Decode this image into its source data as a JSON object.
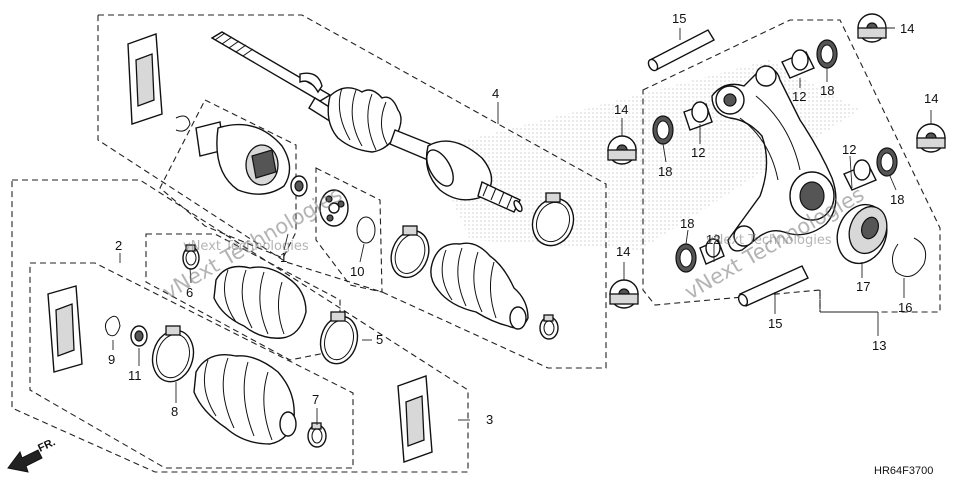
{
  "diagram_code": "HR64F3700",
  "front_arrow_label": "FR.",
  "watermark_text": "vNext Technologies",
  "callouts": {
    "c1": "1",
    "c2": "2",
    "c3": "3",
    "c4": "4",
    "c5": "5",
    "c6": "6",
    "c7": "7",
    "c8": "8",
    "c9": "9",
    "c10": "10",
    "c11": "11",
    "c12a": "12",
    "c12b": "12",
    "c12c": "12",
    "c12d": "12",
    "c13": "13",
    "c14a": "14",
    "c14b": "14",
    "c14c": "14",
    "c14d": "14",
    "c15a": "15",
    "c15b": "15",
    "c16": "16",
    "c17": "17",
    "c18a": "18",
    "c18b": "18",
    "c18c": "18",
    "c18d": "18"
  }
}
